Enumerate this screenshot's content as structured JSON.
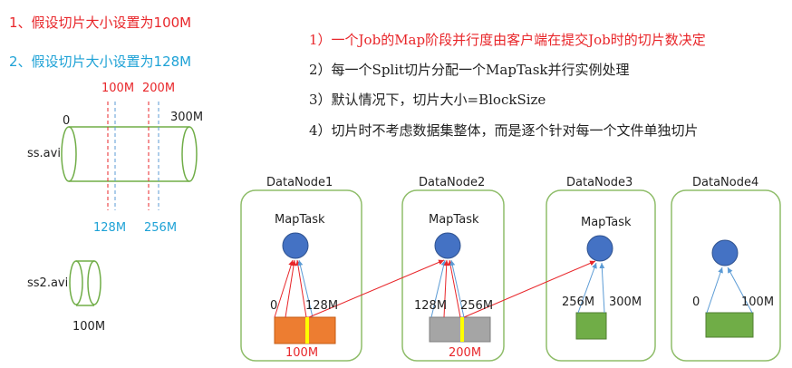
{
  "left": {
    "rule1": "1、假设切片大小设置为100M",
    "rule2": "2、假设切片大小设置为128M",
    "mark100": "100M",
    "mark200": "200M",
    "start0": "0",
    "end300": "300M",
    "file1": "ss.avi",
    "mark128": "128M",
    "mark256": "256M",
    "file2": "ss2.avi",
    "size2": "100M"
  },
  "notes": [
    "1）一个Job的Map阶段并行度由客户端在提交Job时的切片数决定",
    "2）每一个Split切片分配一个MapTask并行实例处理",
    "3）默认情况下，切片大小=BlockSize",
    "4）切片时不考虑数据集整体，而是逐个针对每一个文件单独切片"
  ],
  "nodes": [
    {
      "name": "DataNode1",
      "task": "MapTask",
      "l": "0",
      "r": "128M",
      "bottom": "100M"
    },
    {
      "name": "DataNode2",
      "task": "MapTask",
      "l": "128M",
      "r": "256M",
      "bottom": "200M"
    },
    {
      "name": "DataNode3",
      "task": "MapTask",
      "l": "256M",
      "r": "300M",
      "bottom": ""
    },
    {
      "name": "DataNode4",
      "task": "",
      "l": "0",
      "r": "100M",
      "bottom": ""
    }
  ],
  "colors": {
    "red": "#e8262a",
    "cyan": "#1ea2d6",
    "green": "#70ad47",
    "orange": "#ed7d31",
    "gray": "#a5a5a5",
    "yellow": "#ffff00",
    "blue": "#4472c4",
    "nodeBorder": "#7fb55c"
  }
}
